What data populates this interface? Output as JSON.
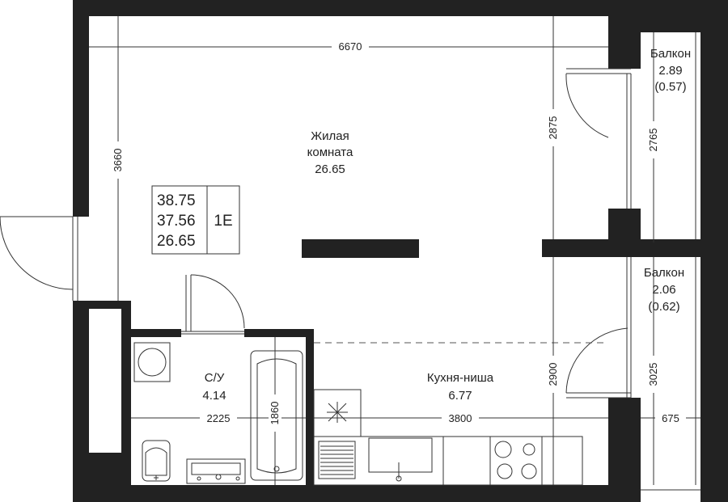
{
  "colors": {
    "wall": "#222222",
    "ink": "#333333",
    "background": "#ffffff"
  },
  "summary": {
    "total_area": "38.75",
    "area_no_balcony": "37.56",
    "living_area": "26.65",
    "apartment_type": "1E"
  },
  "rooms": {
    "living_name_line1": "Жилая",
    "living_name_line2": "комната",
    "living_area": "26.65",
    "bathroom_name": "С/У",
    "bathroom_area": "4.14",
    "kitchen_name": "Кухня-ниша",
    "kitchen_area": "6.77",
    "balcony_top_name": "Балкон",
    "balcony_top_area": "2.89",
    "balcony_top_reduced": "(0.57)",
    "balcony_bottom_name": "Балкон",
    "balcony_bottom_area": "2.06",
    "balcony_bottom_reduced": "(0.62)"
  },
  "dimensions": {
    "living_width": "6670",
    "living_height": "3660",
    "right_upper": "2875",
    "right_lower": "2900",
    "bathroom_width": "2225",
    "kitchen_width": "3800",
    "bathtub_length": "1860",
    "balcony_top_length": "2765",
    "balcony_bottom_length": "3025",
    "balcony_depth": "675"
  }
}
